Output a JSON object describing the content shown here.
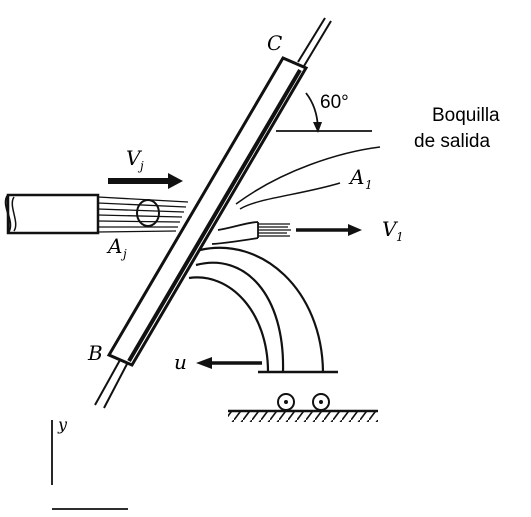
{
  "labels": {
    "point_c": "C",
    "point_b": "B",
    "angle": "60°",
    "nozzle_line1": "Boquilla",
    "nozzle_line2": "de salida",
    "jet_in_velocity": "V",
    "jet_in_velocity_sub": "j",
    "jet_in_area": "A",
    "jet_in_area_sub": "j",
    "jet_out_area": "A",
    "jet_out_area_sub": "1",
    "jet_out_velocity": "V",
    "jet_out_velocity_sub": "1",
    "plate_velocity": "u",
    "axis_y": "y"
  },
  "colors": {
    "ink": "#111111",
    "paper": "#ffffff"
  }
}
